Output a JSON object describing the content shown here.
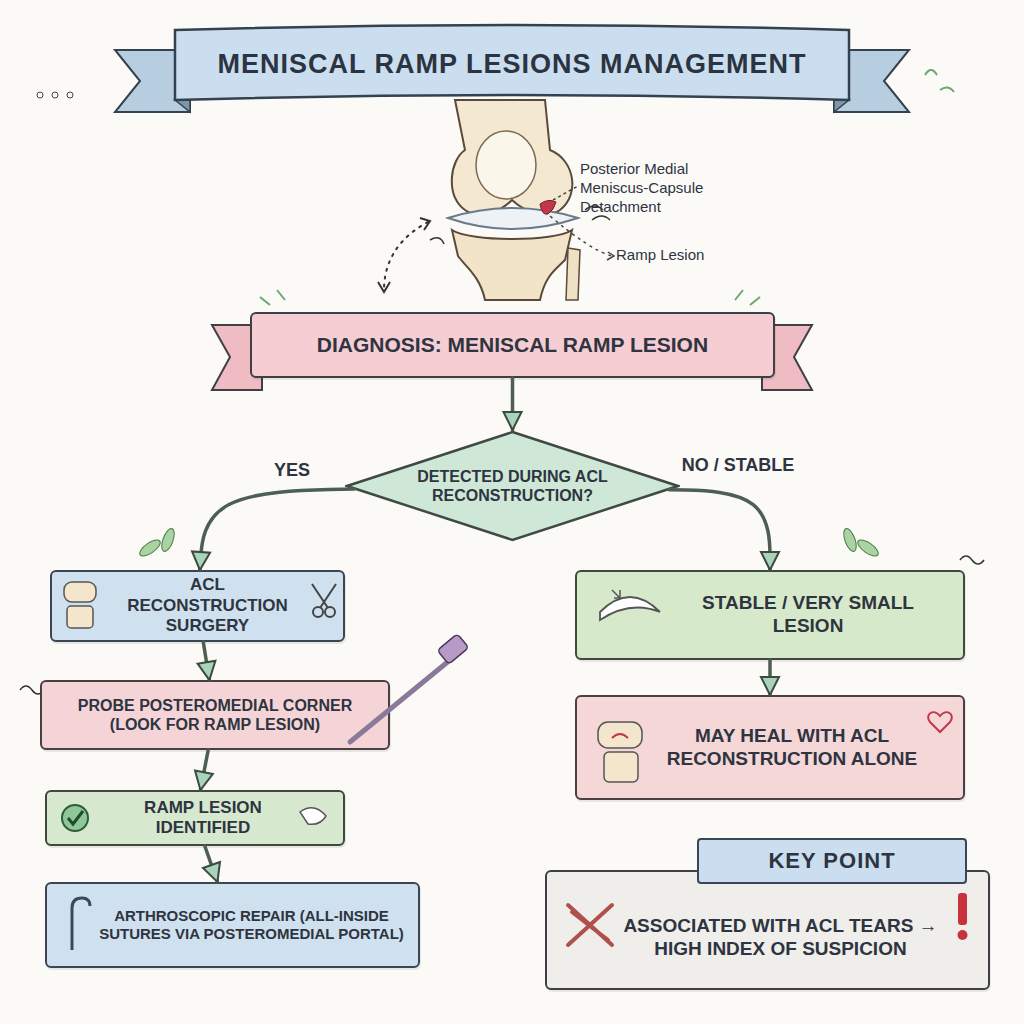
{
  "diagram": {
    "title": "MENISCAL RAMP LESIONS MANAGEMENT",
    "nodes": [
      {
        "text": [
          "DIAGNOSIS: MENISCAL RAMP LESION"
        ]
      },
      {
        "text": [
          "DETECTED DURING ACL RECONSTRUCTION?"
        ]
      },
      {
        "text": [
          "ACL RECONSTRUCTION SURGERY"
        ]
      },
      {
        "text": [
          "PROBE POSTEROMEDIAL CORNER (LOOK FOR RAMP LESION)"
        ]
      },
      {
        "text": [
          "RAMP LESION IDENTIFIED"
        ]
      },
      {
        "text": [
          "ARTHROSCOPIC REPAIR (ALL-INSIDE SUTURES VIA POSTEROMEDIAL PORTAL)"
        ]
      },
      {
        "text": [
          "STABLE / VERY SMALL LESION"
        ]
      },
      {
        "text": [
          "MAY HEAL WITH ACL RECONSTRUCTION ALONE"
        ]
      },
      {
        "text": [
          "KEY POINT",
          "ASSOCIATED WITH ACL TEARS → HIGH INDEX OF SUSPICION"
        ]
      }
    ],
    "edges": [
      {
        "from": 0,
        "to": 1,
        "arrow": "to"
      },
      {
        "from": 1,
        "to": 2,
        "label": "YES",
        "arrow": "to"
      },
      {
        "from": 1,
        "to": 6,
        "label": "NO / STABLE",
        "arrow": "to"
      },
      {
        "from": 2,
        "to": 3,
        "arrow": "to"
      },
      {
        "from": 3,
        "to": 4,
        "arrow": "to"
      },
      {
        "from": 4,
        "to": 5,
        "arrow": "to"
      },
      {
        "from": 6,
        "to": 7,
        "arrow": "to"
      }
    ],
    "labels": [
      "Posterior Medial Meniscus-Capsule Detachment",
      "Ramp Lesion"
    ]
  }
}
